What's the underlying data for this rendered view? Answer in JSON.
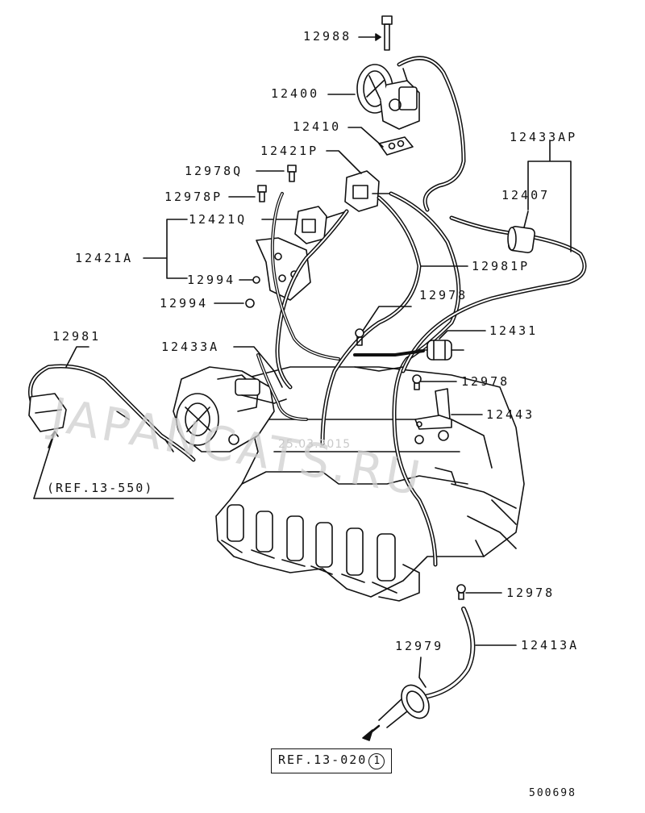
{
  "labels": {
    "p12988": "12988",
    "p12400": "12400",
    "p12410": "12410",
    "p12421P": "12421P",
    "p12978Q": "12978Q",
    "p12978P": "12978P",
    "p12421Q": "12421Q",
    "p12421A": "12421A",
    "p12994a": "12994",
    "p12994b": "12994",
    "p12433AP": "12433AP",
    "p12407": "12407",
    "p12981P": "12981P",
    "p12978a": "12978",
    "p12431": "12431",
    "p12978b": "12978",
    "p12443": "12443",
    "p12433A": "12433A",
    "p12981": "12981",
    "p12978c": "12978",
    "p12979": "12979",
    "p12413A": "12413A"
  },
  "refs": {
    "ref_550": "(REF.13-550)",
    "ref_020": "REF.13-020",
    "ref_020_circle": "1"
  },
  "watermark": {
    "text": "JAPANCATS.RU",
    "date": "25.03.2015"
  },
  "diagram_code": "500698"
}
